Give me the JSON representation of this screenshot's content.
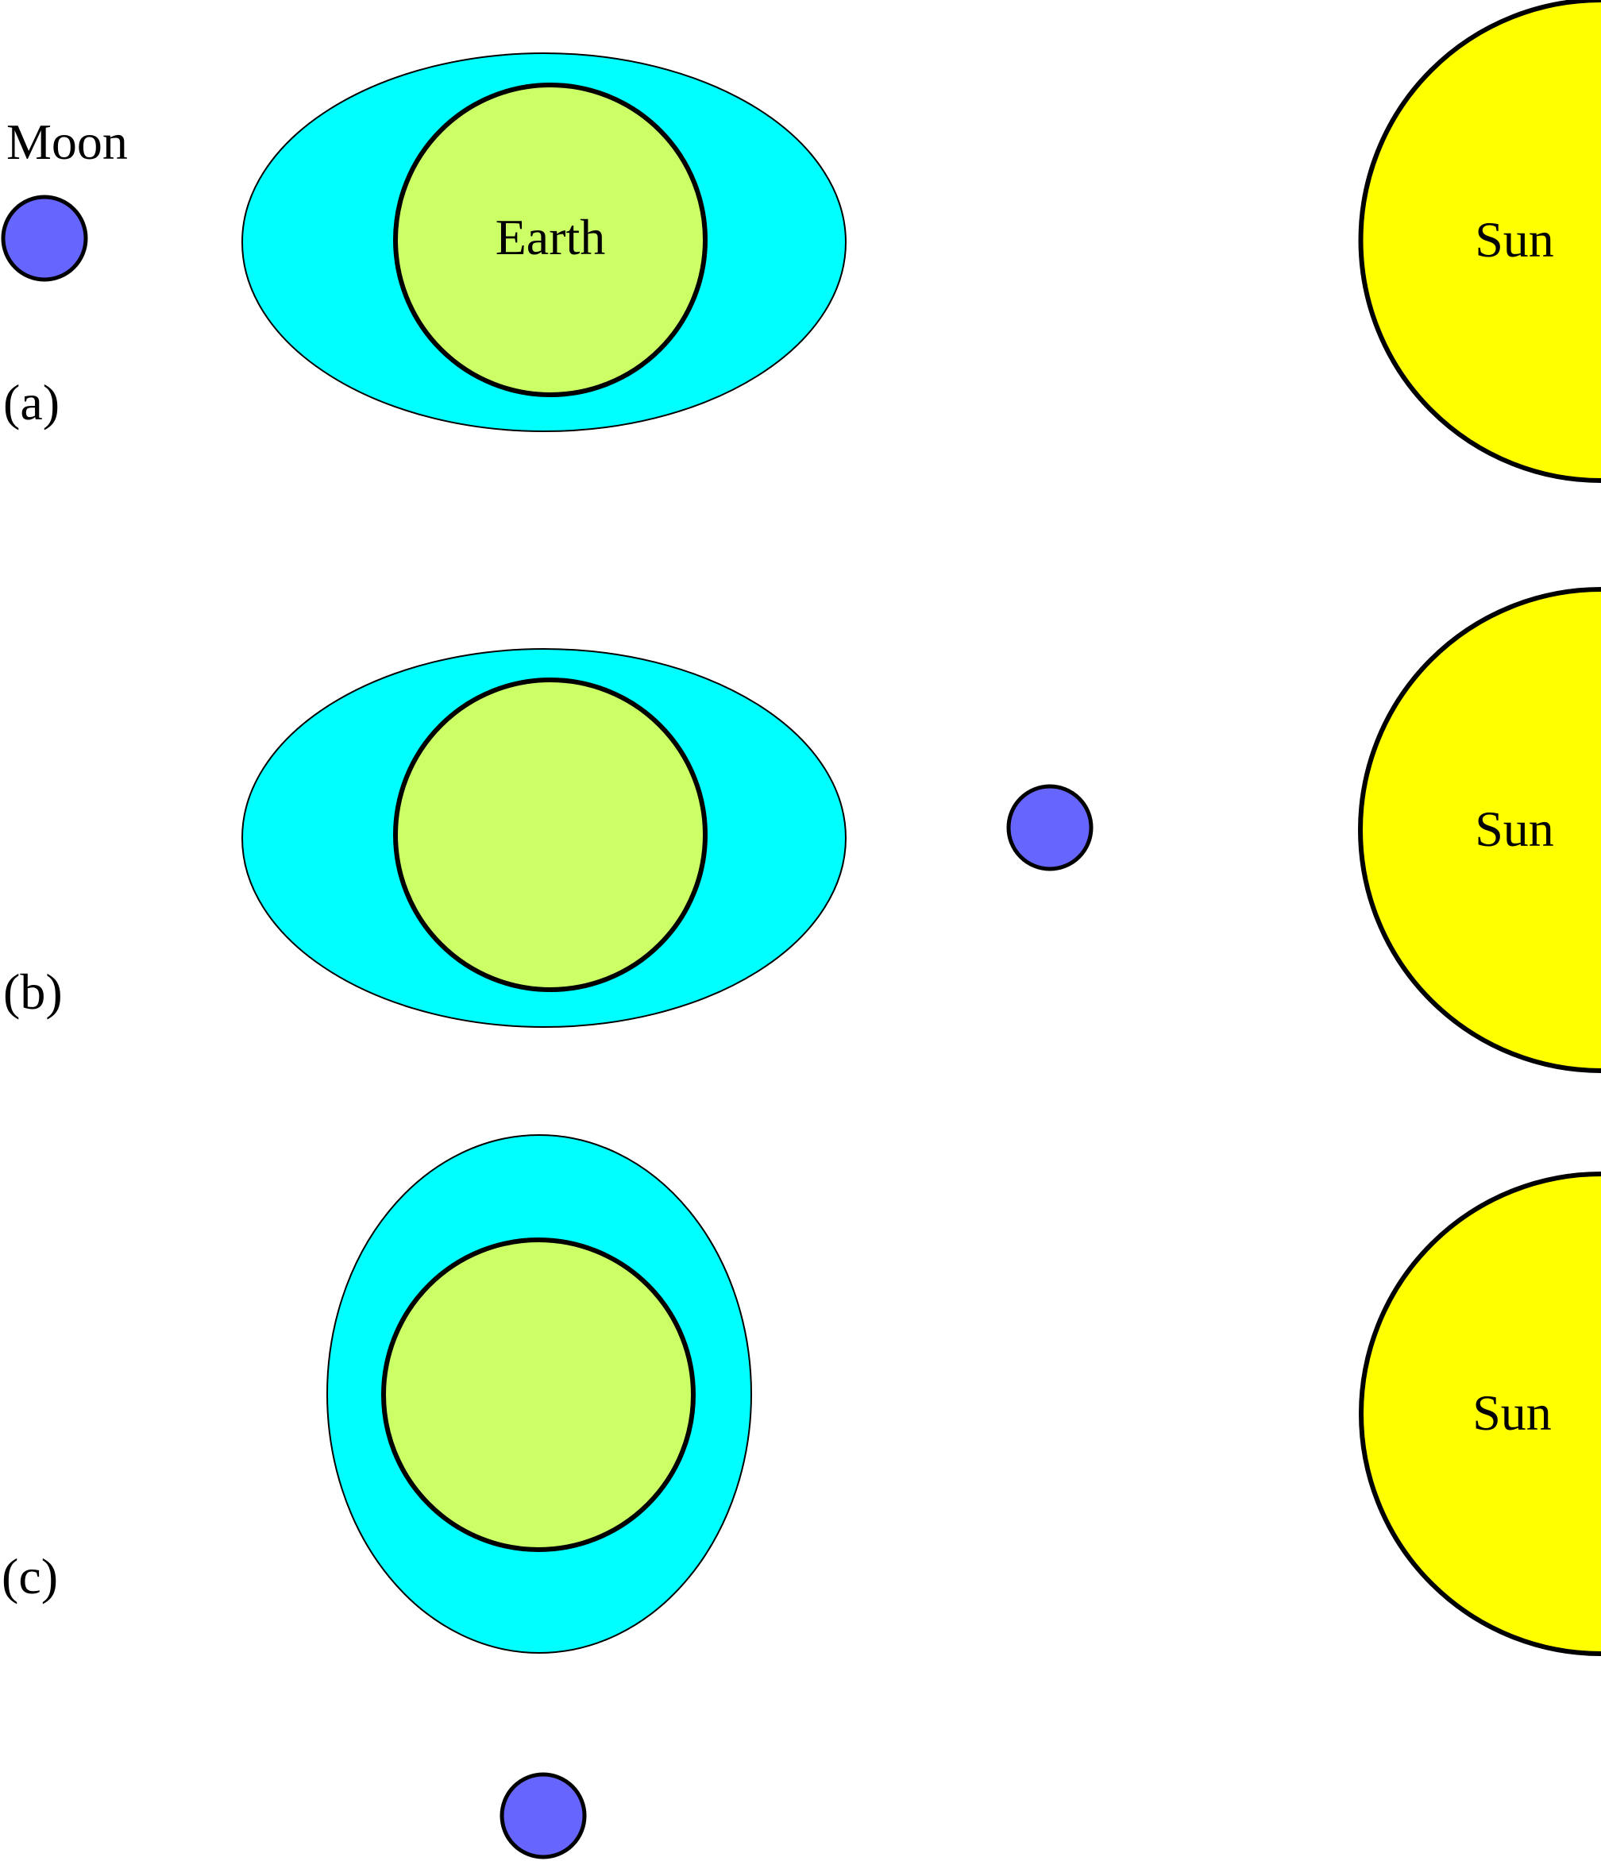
{
  "labels": {
    "moon": "Moon",
    "earth": "Earth",
    "sun": "Sun"
  },
  "panels": [
    {
      "id": "a",
      "caption": "(a)",
      "sun_label": "Sun",
      "earth_label": "Earth",
      "tidal_bulge_axis": "horizontal",
      "moon_position": "left of Earth"
    },
    {
      "id": "b",
      "caption": "(b)",
      "sun_label": "Sun",
      "earth_label": "",
      "tidal_bulge_axis": "horizontal",
      "moon_position": "between Earth and Sun"
    },
    {
      "id": "c",
      "caption": "(c)",
      "sun_label": "Sun",
      "earth_label": "",
      "tidal_bulge_axis": "vertical",
      "moon_position": "below Earth"
    }
  ],
  "colors": {
    "ocean_bulge": "#00ffff",
    "earth": "#ccff66",
    "moon": "#6666ff",
    "sun": "#ffff00",
    "outline": "#000000"
  }
}
